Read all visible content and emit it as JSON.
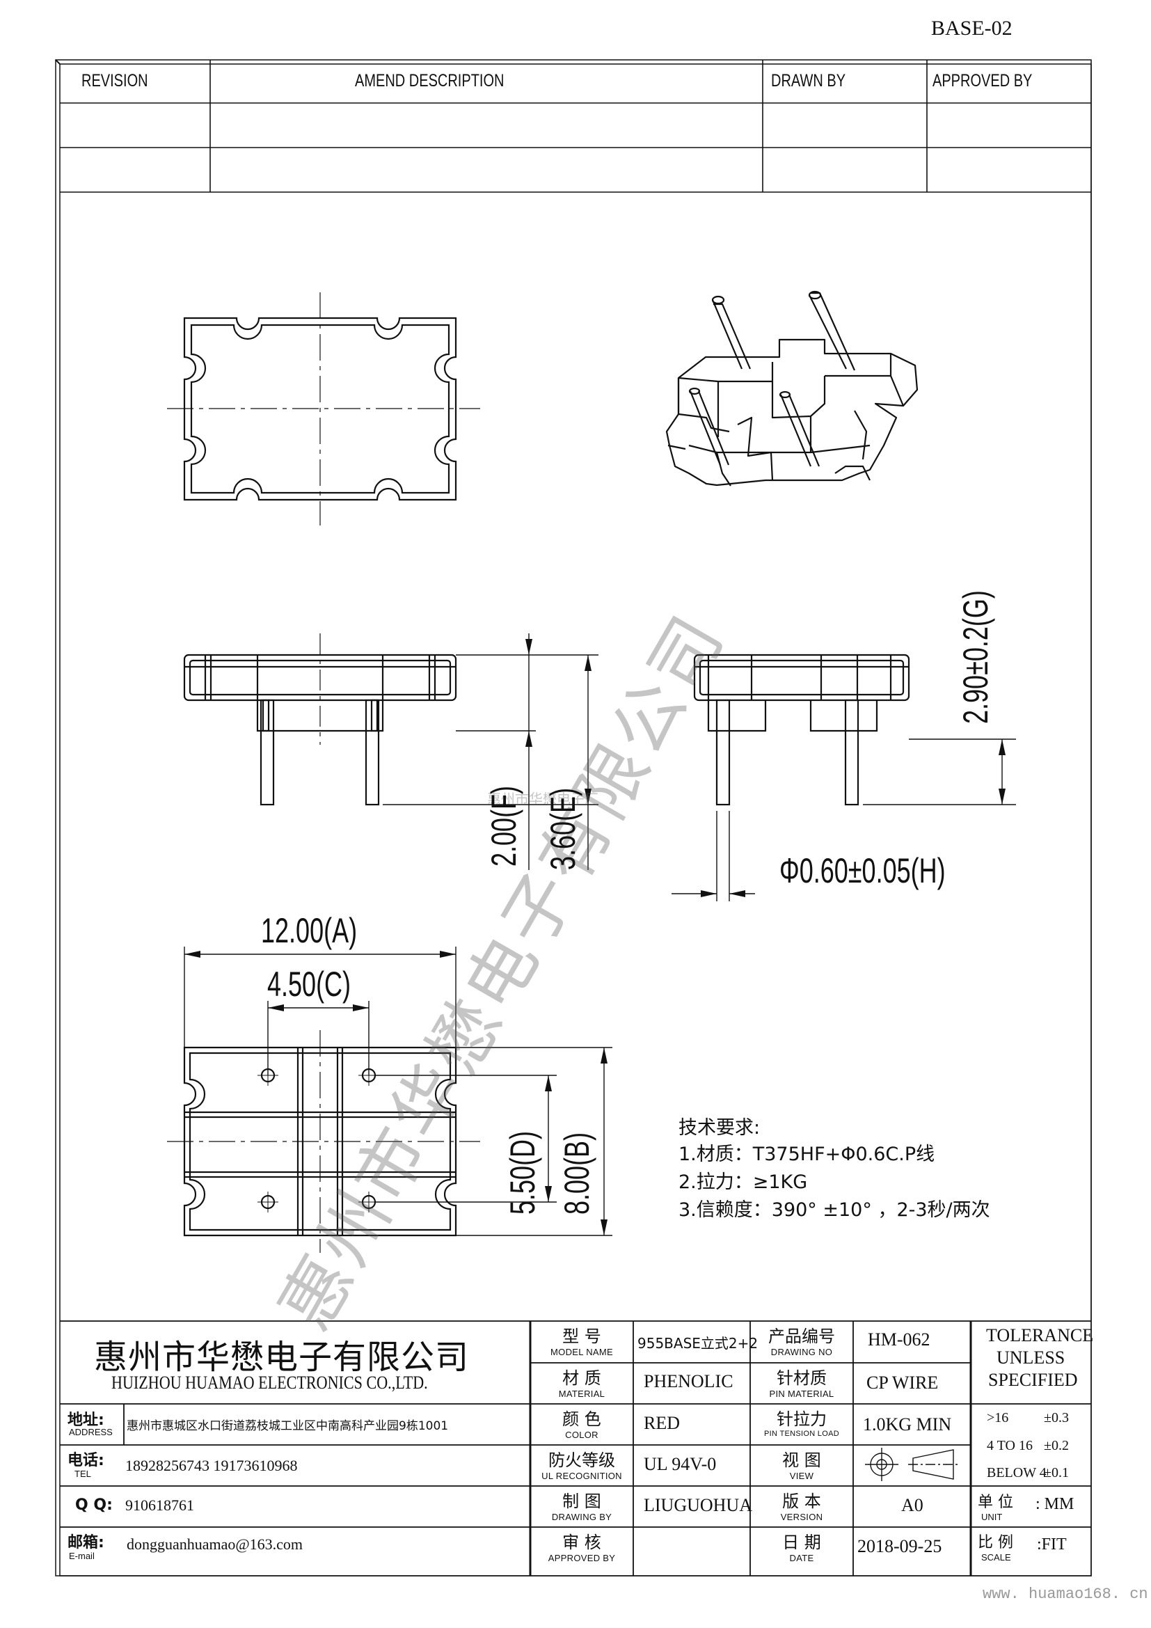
{
  "drawing_code": "BASE-02",
  "revision_table": {
    "headers": [
      "REVISION",
      "AMEND DESCRIPTION",
      "DRAWN BY",
      "APPROVED BY"
    ]
  },
  "dimensions": {
    "a": "12.00(A)",
    "b": "8.00(B)",
    "c": "4.50(C)",
    "d": "5.50(D)",
    "e": "3.60(E)",
    "f": "2.00(F)",
    "g": "2.90±0.2(G)",
    "h": "Φ0.60±0.05(H)"
  },
  "tech_notes": {
    "title": "技术要求:",
    "items": [
      "1.材质：T375HF+Φ0.6C.P线",
      "2.拉力：≥1KG",
      "3.信赖度：390° ±10° ，2-3秒/两次"
    ]
  },
  "watermark": {
    "big": "惠州市华懋电子有限公司",
    "small": "惠州市华懋电子厂"
  },
  "company": {
    "name_cn": "惠州市华懋电子有限公司",
    "name_en": "HUIZHOU HUAMAO ELECTRONICS CO.,LTD.",
    "address_label_cn": "地址:",
    "address_label_en": "ADDRESS",
    "address": "惠州市惠城区水口街道荔枝城工业区中南高科产业园9栋1001",
    "tel_label_cn": "电话:",
    "tel_label_en": "TEL",
    "tel": "18928256743  19173610968",
    "qq_label": "Q Q:",
    "qq": "910618761",
    "email_label_cn": "邮箱:",
    "email_label_en": "E-mail",
    "email": "dongguanhuamao@163.com"
  },
  "title_block": {
    "model_cn": "型 号",
    "model_en": "MODEL  NAME",
    "model": "955BASE立式2+2",
    "drawing_no_cn": "产品编号",
    "drawing_no_en": "DRAWING  NO",
    "drawing_no": "HM-062",
    "material_cn": "材 质",
    "material_en": "MATERIAL",
    "material": "PHENOLIC",
    "pin_material_cn": "针材质",
    "pin_material_en": "PIN MATERIAL",
    "pin_material": "CP WIRE",
    "color_cn": "颜 色",
    "color_en": "COLOR",
    "color": "RED",
    "pin_load_cn": "针拉力",
    "pin_load_en": "PIN TENSION LOAD",
    "pin_load": "1.0KG MIN",
    "ul_cn": "防火等级",
    "ul_en": "UL RECOGNITION",
    "ul": "UL 94V-0",
    "view_cn": "视 图",
    "view_en": "VIEW",
    "drawn_cn": "制 图",
    "drawn_en": "DRAWING  BY",
    "drawn": "LIUGUOHUA",
    "version_cn": "版 本",
    "version_en": "VERSION",
    "version": "A0",
    "approved_cn": "审 核",
    "approved_en": "APPROVED BY",
    "date_cn": "日 期",
    "date_en": "DATE",
    "date": "2018-09-25"
  },
  "tolerance": {
    "title": [
      "TOLERANCE",
      "UNLESS",
      "SPECIFIED"
    ],
    "rows": [
      {
        "range": ">16",
        "tol": "±0.3"
      },
      {
        "range": "4 TO 16",
        "tol": "±0.2"
      },
      {
        "range": "BELOW 4",
        "tol": "±0.1"
      }
    ],
    "unit_cn": "单 位",
    "unit_en": "UNIT",
    "unit": ": MM",
    "scale_cn": "比 例",
    "scale_en": "SCALE",
    "scale": ":FIT"
  },
  "footer_url": "www. huamao168. cn"
}
